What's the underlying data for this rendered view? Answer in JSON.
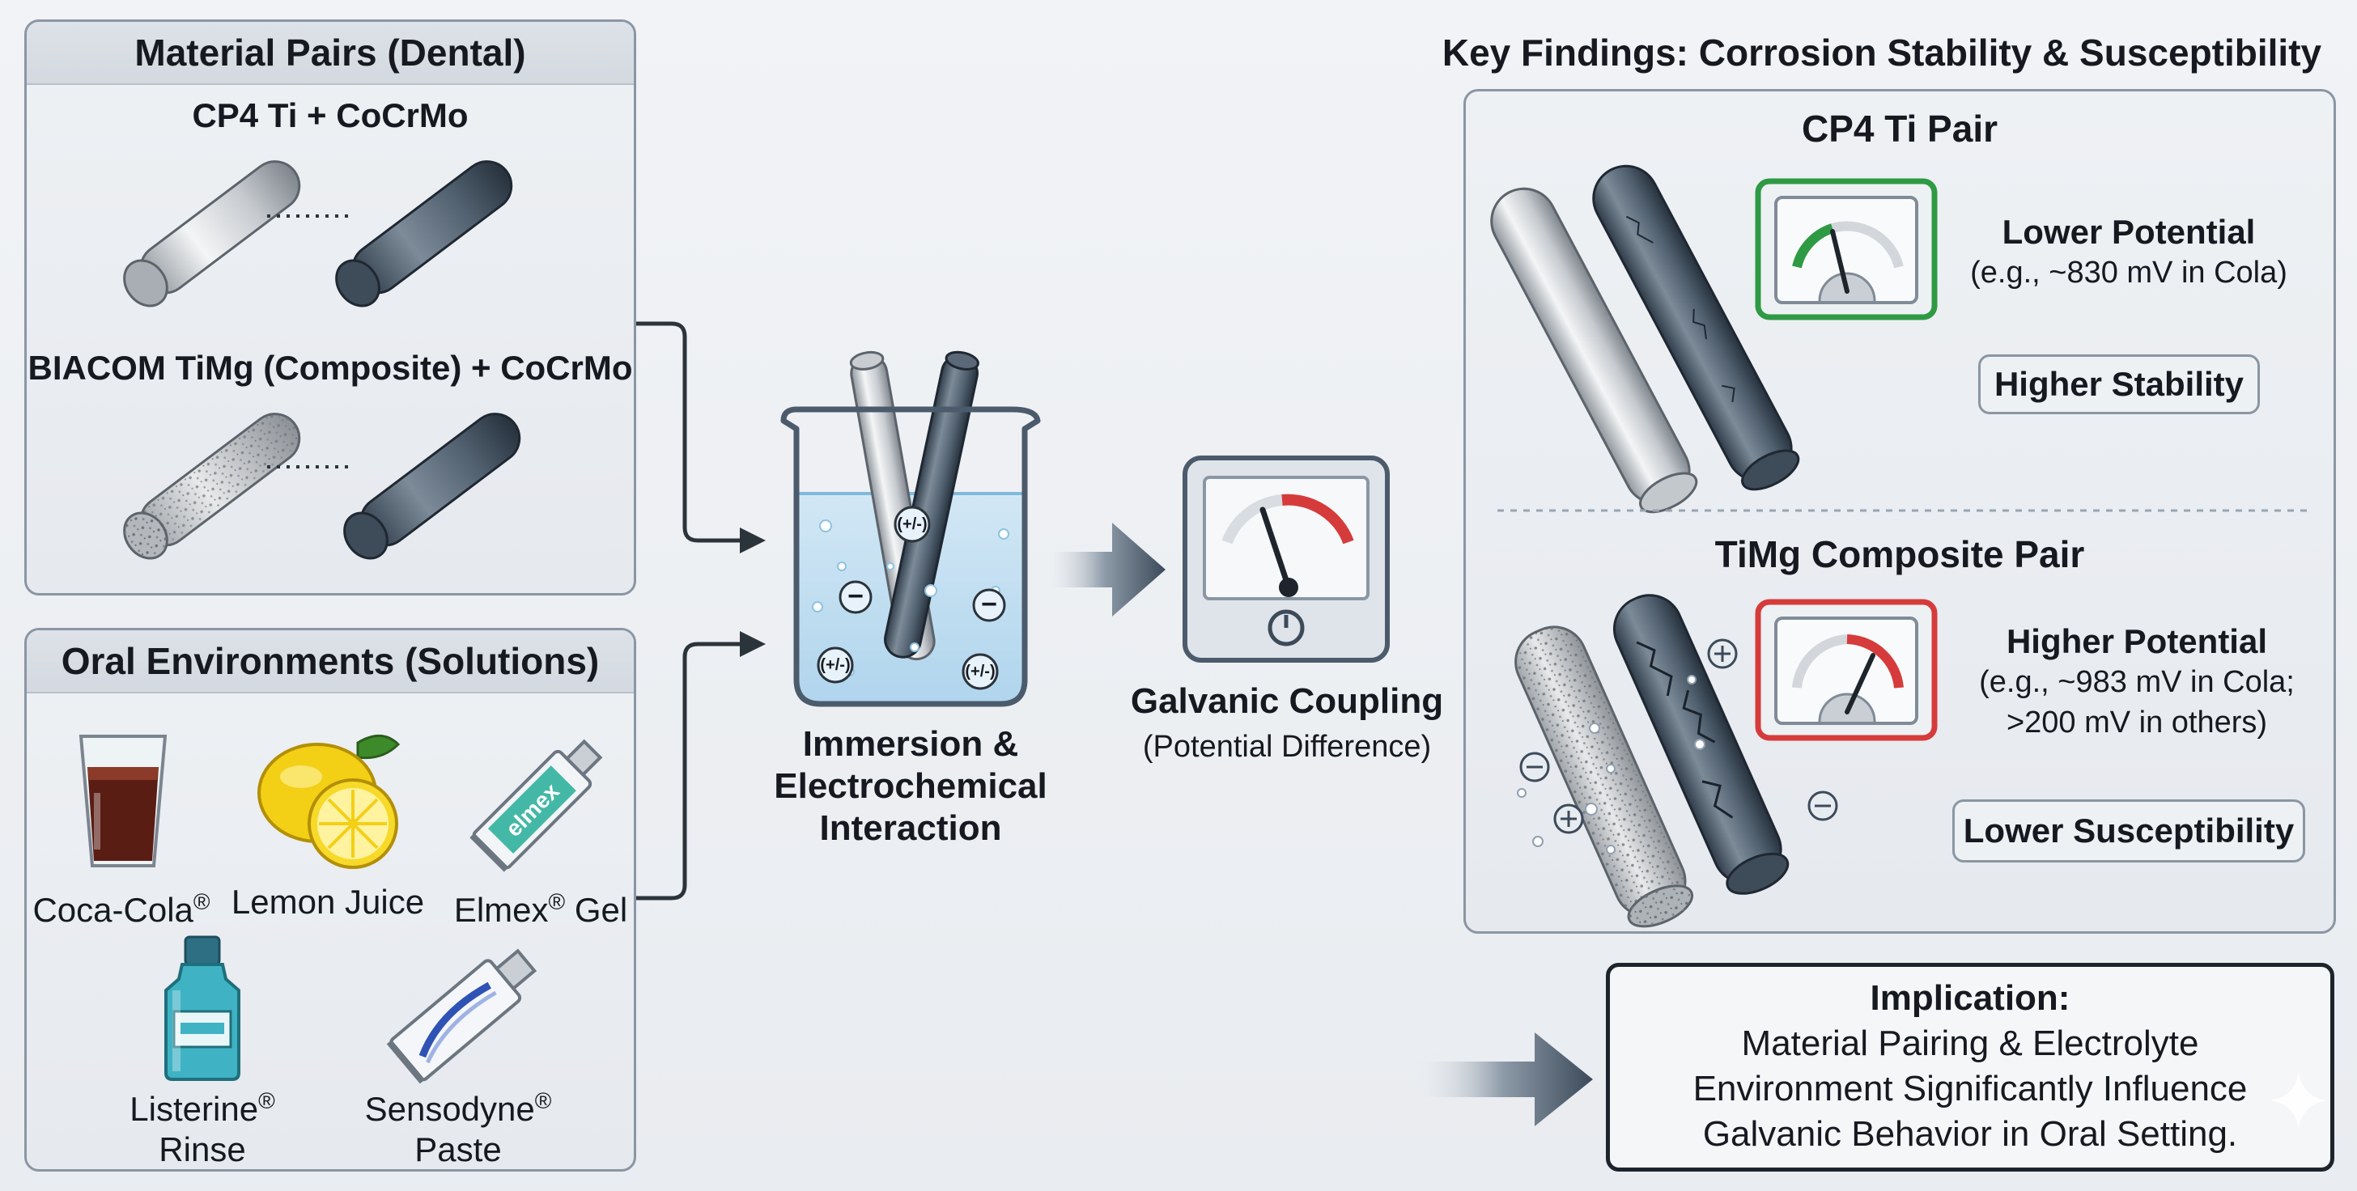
{
  "material_pairs": {
    "title": "Material Pairs (Dental)",
    "pair1": "CP4 Ti + CoCrMo",
    "pair2": "BIACOM TiMg (Composite) + CoCrMo"
  },
  "oral_environments": {
    "title": "Oral Environments (Solutions)",
    "items": [
      {
        "label": "Coca-Cola",
        "mark": "®",
        "icon": "cola-glass-icon"
      },
      {
        "label": "Lemon Juice",
        "mark": "",
        "icon": "lemon-icon"
      },
      {
        "label": "Elmex",
        "mark": "®",
        "suffix": "Gel",
        "icon": "gel-tube-icon",
        "tube_text": "elmex"
      },
      {
        "label": "Listerine",
        "mark": "®",
        "suffix": "Rinse",
        "icon": "mouthwash-bottle-icon"
      },
      {
        "label": "Sensodyne",
        "mark": "®",
        "suffix": "Paste",
        "icon": "toothpaste-tube-icon"
      }
    ]
  },
  "process": {
    "immersion": {
      "line1": "Immersion &",
      "line2": "Electrochemical",
      "line3": "Interaction"
    },
    "beaker_symbols": [
      "(+/-)",
      "−",
      "−",
      "(+/-)",
      "(+/-)"
    ],
    "galvanic": {
      "title": "Galvanic Coupling",
      "subtitle": "(Potential Difference)"
    }
  },
  "findings": {
    "title": "Key Findings: Corrosion Stability & Susceptibility",
    "cp4": {
      "title": "CP4 Ti Pair",
      "potential_title": "Lower Potential",
      "potential_detail": "(e.g., ~830 mV in Cola)",
      "badge": "Higher Stability",
      "gauge_color": "#2e9a44"
    },
    "timg": {
      "title": "TiMg Composite Pair",
      "potential_title": "Higher Potential",
      "potential_detail_1": "(e.g., ~983 mV in Cola;",
      "potential_detail_2": ">200 mV in others)",
      "badge": "Lower Susceptibility",
      "gauge_color": "#d63b3b"
    }
  },
  "implication": {
    "title": "Implication:",
    "line1": "Material Pairing & Electrolyte",
    "line2": "Environment Significantly Influence",
    "line3": "Galvanic Behavior in Oral Setting."
  },
  "colors": {
    "accent_red": "#d63b3b",
    "accent_green": "#2e9a44",
    "panel_border": "#8a96a3",
    "rod_dark": "#4a5a6b"
  }
}
